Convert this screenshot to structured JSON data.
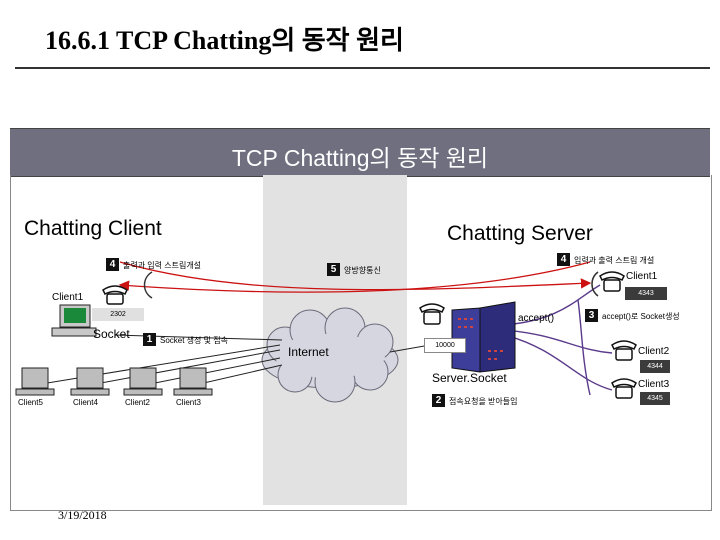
{
  "slide_title": "16.6.1 TCP Chatting의 동작 원리",
  "banner_title": "TCP Chatting의 동작 원리",
  "client_side": {
    "heading": "Chatting Client",
    "step4_num": "4",
    "step4_text": "출력과 입력 스트림개설",
    "client1_label": "Client1",
    "port": "2302",
    "socket_label": "Socket",
    "step1_num": "1",
    "step1_text": "Socket 생성 및 접속",
    "other_clients": [
      "Client5",
      "Client4",
      "Client2",
      "Client3"
    ]
  },
  "network": {
    "internet_label": "Internet",
    "step5_num": "5",
    "step5_text": "양방향통신"
  },
  "server_side": {
    "heading": "Chatting Server",
    "step4_num": "4",
    "step4_text": "입력과 출력 스트림 개설",
    "accept_label": "accept()",
    "step3_num": "3",
    "step3_text": "accept()로 Socket생성",
    "server_port": "10000",
    "server_socket_label": "Server.Socket",
    "step2_num": "2",
    "step2_text": "접속요청을 받아들임",
    "connections": [
      {
        "label": "Client1",
        "port": "4343"
      },
      {
        "label": "Client2",
        "port": "4344"
      },
      {
        "label": "Client3",
        "port": "4345"
      }
    ]
  },
  "date": "3/19/2018",
  "colors": {
    "banner": "#6f6f7f",
    "network_band": "#e2e2e2",
    "arrow": "#cc1111",
    "link": "#5a3a8a",
    "badge": "#111111"
  }
}
